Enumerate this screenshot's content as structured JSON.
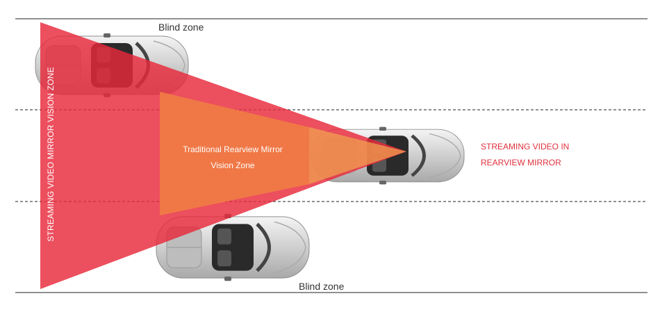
{
  "labels": {
    "blind_zone_top": "Blind zone",
    "blind_zone_bottom": "Blind zone",
    "traditional_line1": "Traditional Rearview Mirror",
    "traditional_line2": "Vision Zone",
    "streaming_right_line1": "STREAMING VIDEO IN",
    "streaming_right_line2": "REARVIEW MIRROR",
    "streaming_vertical": "STREAMING VIDEO MIRROR VISION ZONE"
  },
  "colors": {
    "streaming_zone": "#e8283a",
    "traditional_zone": "#f07a45",
    "accent_text": "#e0303c",
    "car_body": "#d4d4d4",
    "lane_line": "#222222"
  },
  "icons": [
    "car-top-left",
    "car-center",
    "car-bottom"
  ]
}
